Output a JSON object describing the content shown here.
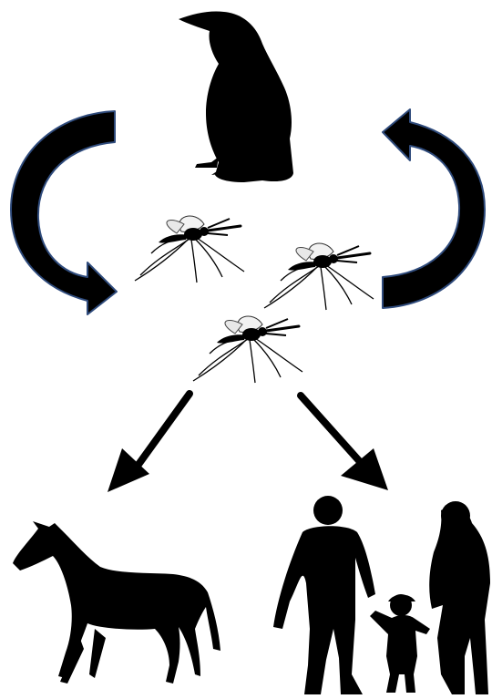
{
  "diagram": {
    "colors": {
      "background": "#ffffff",
      "silhouette": "#000000",
      "arrow_outline": "#2f4b7c",
      "wing": "#f2f2f2"
    },
    "nodes": [
      {
        "id": "bird",
        "icon": "crow-silhouette-icon"
      },
      {
        "id": "mosquito-1",
        "icon": "mosquito-icon"
      },
      {
        "id": "mosquito-2",
        "icon": "mosquito-icon"
      },
      {
        "id": "mosquito-3",
        "icon": "mosquito-icon"
      },
      {
        "id": "horse",
        "icon": "horse-silhouette-icon"
      },
      {
        "id": "people",
        "icon": "family-silhouette-icon"
      }
    ],
    "edges": [
      {
        "from": "bird",
        "to": "mosquitoes",
        "style": "curved-arrow-left"
      },
      {
        "from": "mosquitoes",
        "to": "bird",
        "style": "curved-arrow-right"
      },
      {
        "from": "mosquito-3",
        "to": "horse",
        "style": "straight-arrow"
      },
      {
        "from": "mosquito-3",
        "to": "people",
        "style": "straight-arrow"
      }
    ]
  }
}
